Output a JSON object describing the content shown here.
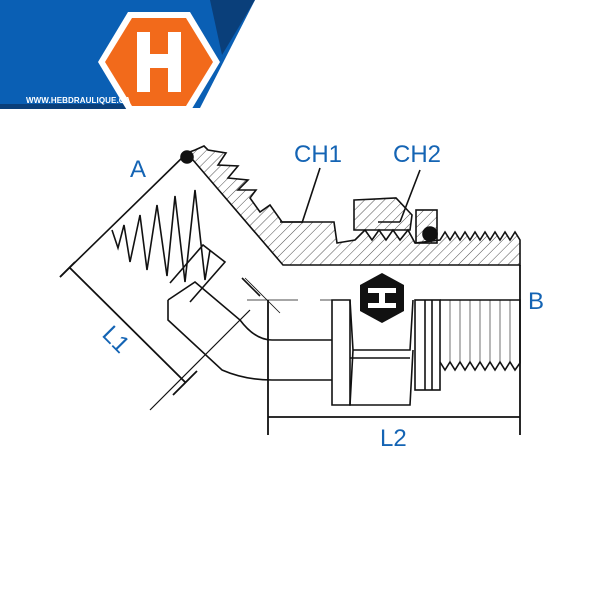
{
  "brand": {
    "url": "WWW.HEBDRAULIQUE.CA",
    "logo_letter": "H",
    "colors": {
      "blue": "#0a5fb4",
      "dark_blue": "#0a3f7a",
      "orange": "#f26a1b",
      "label_blue": "#1464b4"
    }
  },
  "labels": {
    "a": "A",
    "b": "B",
    "ch1": "CH1",
    "ch2": "CH2",
    "l1": "L1",
    "l2": "L2"
  }
}
